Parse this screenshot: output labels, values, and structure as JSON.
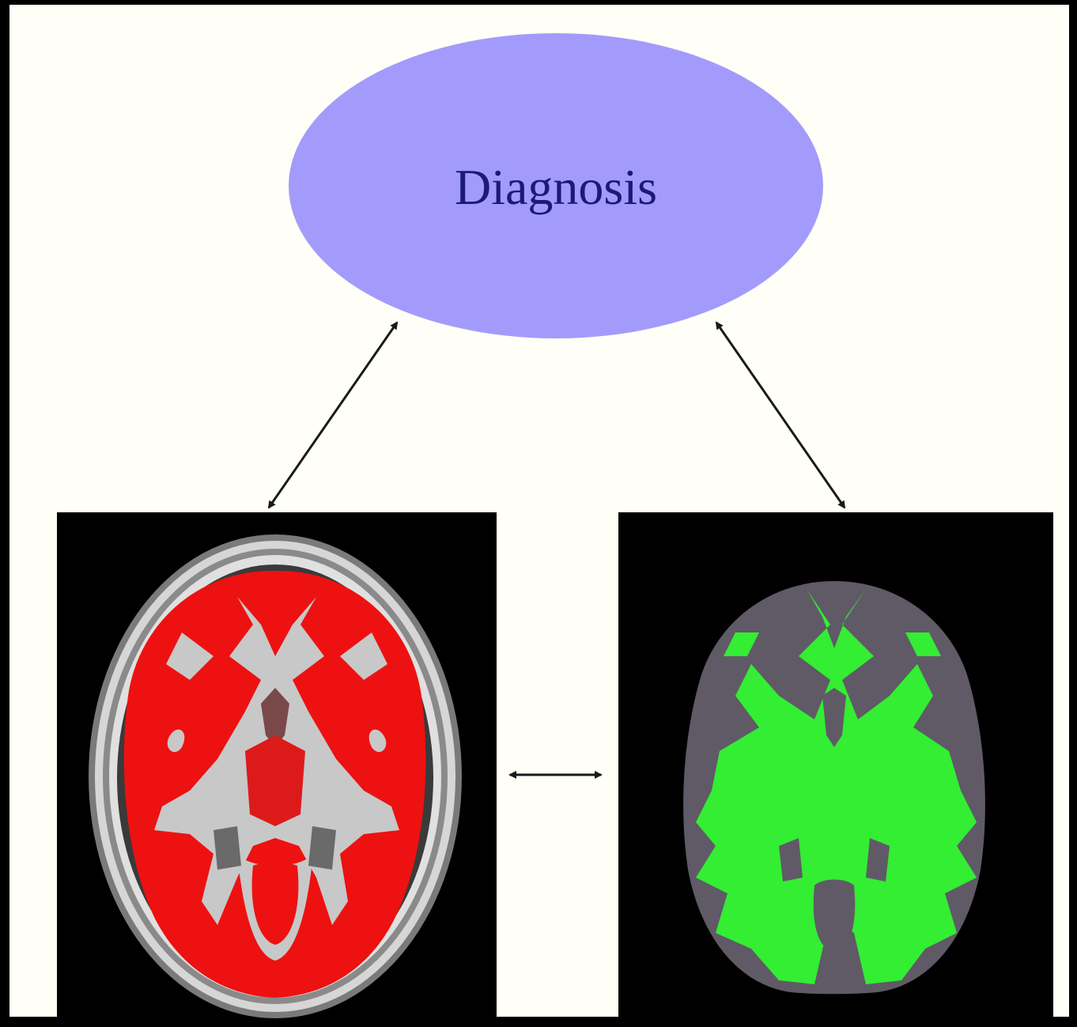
{
  "diagram": {
    "top_node": {
      "label": "Diagnosis",
      "fill_color": "#a39bfb",
      "text_color": "#1a1a7a"
    },
    "left_panel": {
      "image": "brain-mri-segmentation-red",
      "highlight_color": "#ee1111",
      "matter_color": "#c0c0c0"
    },
    "right_panel": {
      "image": "brain-mri-segmentation-green",
      "highlight_color": "#33ee33",
      "matter_color": "#5f5a66"
    },
    "connections": [
      {
        "from": "top_node",
        "to": "left_panel",
        "type": "bidirectional"
      },
      {
        "from": "top_node",
        "to": "right_panel",
        "type": "bidirectional"
      },
      {
        "from": "left_panel",
        "to": "right_panel",
        "type": "bidirectional"
      }
    ],
    "background_color": "#fffff8",
    "border_color": "#000000"
  }
}
